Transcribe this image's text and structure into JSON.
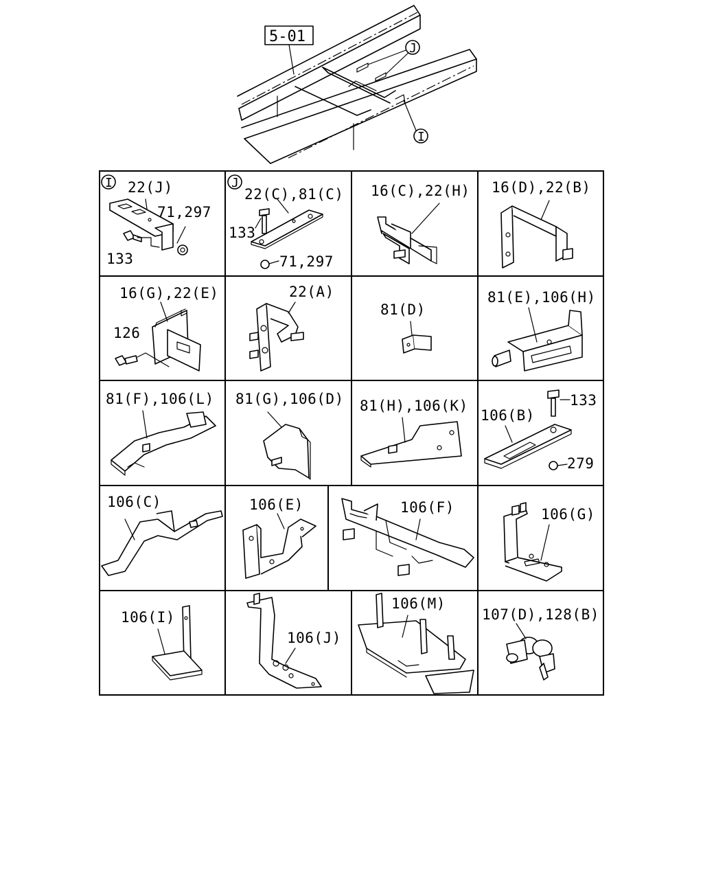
{
  "ref_box": "5-01",
  "frame_callouts": {
    "j": "J",
    "i": "I"
  },
  "cells": [
    {
      "id": "c11",
      "marker": "I",
      "labels": [
        "22(J)",
        "71,297",
        "133"
      ]
    },
    {
      "id": "c12",
      "marker": "J",
      "labels": [
        "22(C),81(C)",
        "133",
        "71,297"
      ]
    },
    {
      "id": "c13",
      "labels": [
        "16(C),22(H)"
      ]
    },
    {
      "id": "c14",
      "labels": [
        "16(D),22(B)"
      ]
    },
    {
      "id": "c21",
      "labels": [
        "16(G),22(E)",
        "126"
      ]
    },
    {
      "id": "c22",
      "labels": [
        "22(A)"
      ]
    },
    {
      "id": "c23",
      "labels": [
        "81(D)"
      ]
    },
    {
      "id": "c24",
      "labels": [
        "81(E),106(H)"
      ]
    },
    {
      "id": "c31",
      "labels": [
        "81(F),106(L)"
      ]
    },
    {
      "id": "c32",
      "labels": [
        "81(G),106(D)"
      ]
    },
    {
      "id": "c33",
      "labels": [
        "81(H),106(K)"
      ]
    },
    {
      "id": "c34",
      "labels": [
        "106(B)",
        "133",
        "279"
      ]
    },
    {
      "id": "c41",
      "labels": [
        "106(C)"
      ]
    },
    {
      "id": "c42",
      "labels": [
        "106(E)"
      ]
    },
    {
      "id": "c43",
      "labels": [
        "106(F)"
      ]
    },
    {
      "id": "c44",
      "labels": [
        "106(G)"
      ]
    },
    {
      "id": "c51",
      "labels": [
        "106(I)"
      ]
    },
    {
      "id": "c52",
      "labels": [
        "106(J)"
      ]
    },
    {
      "id": "c53",
      "labels": [
        "106(M)"
      ]
    },
    {
      "id": "c54",
      "labels": [
        "107(D),128(B)"
      ]
    }
  ]
}
